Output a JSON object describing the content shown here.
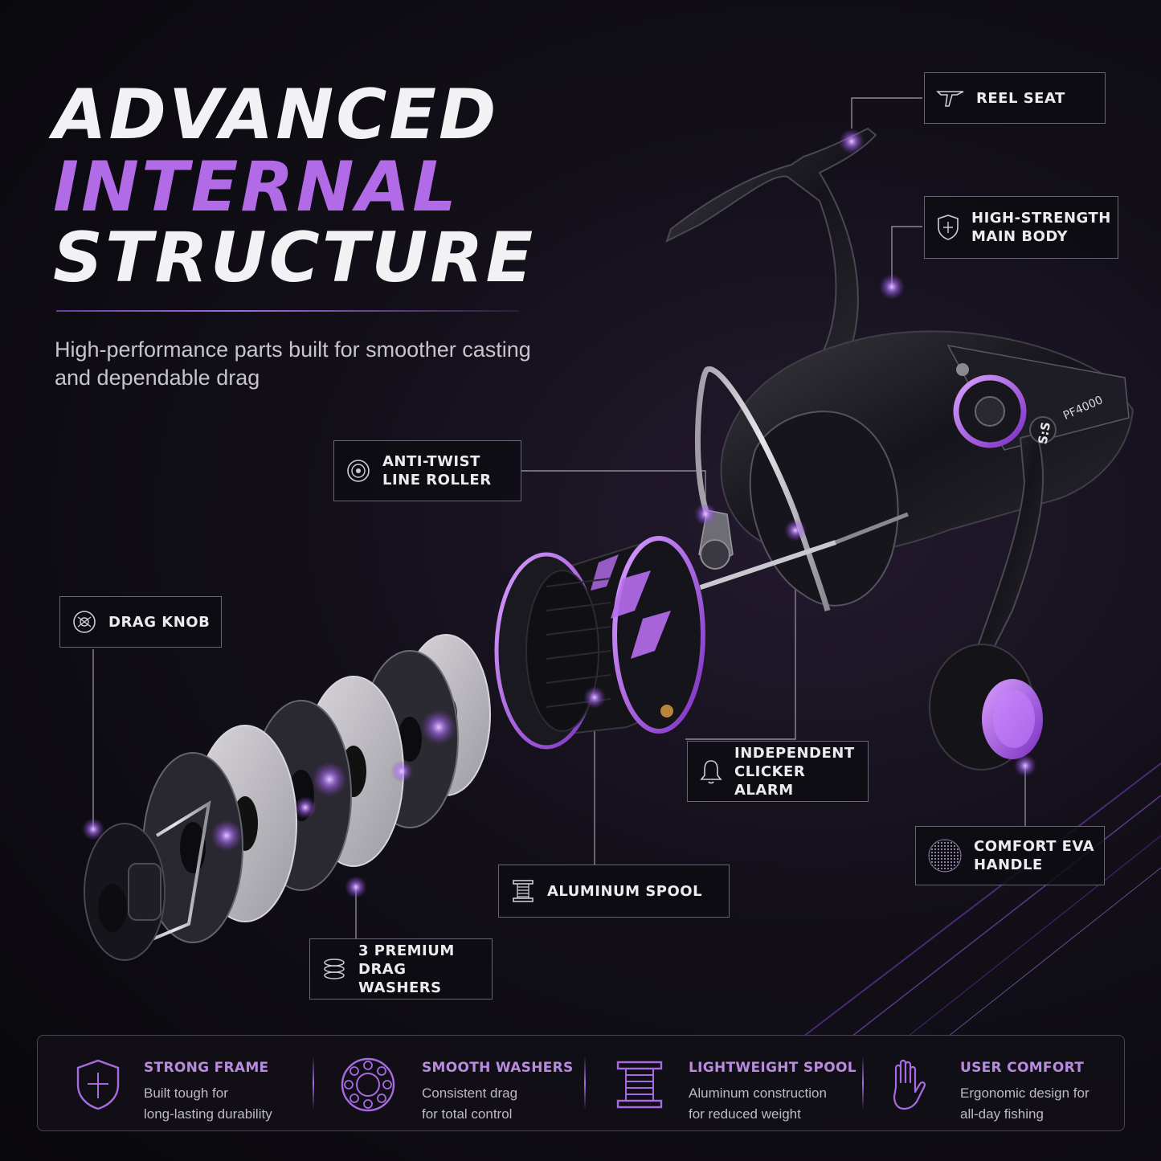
{
  "headline": {
    "line1": "ADVANCED",
    "line2": "INTERNAL",
    "line3": "STRUCTURE"
  },
  "subtitle": "High-performance parts built for smoother casting and dependable drag",
  "reel": {
    "model_text": "PF4000",
    "brand_text": "S:S"
  },
  "callouts": {
    "reel_seat": {
      "line1": "REEL SEAT",
      "icon": "reel-seat-icon"
    },
    "main_body": {
      "line1": "HIGH-STRENGTH",
      "line2": "MAIN BODY",
      "icon": "shield-icon"
    },
    "line_roller": {
      "line1": "ANTI-TWIST",
      "line2": "LINE ROLLER",
      "icon": "line-roller-icon"
    },
    "drag_knob": {
      "line1": "DRAG KNOB",
      "icon": "drag-knob-icon"
    },
    "clicker": {
      "line1": "INDEPENDENT",
      "line2": "CLICKER ALARM",
      "icon": "bell-icon"
    },
    "eva_handle": {
      "line1": "COMFORT EVA",
      "line2": "HANDLE",
      "icon": "eva-texture-icon"
    },
    "spool": {
      "line1": "ALUMINUM SPOOL",
      "icon": "spool-icon"
    },
    "washers": {
      "line1": "3 PREMIUM",
      "line2": "DRAG WASHERS",
      "icon": "washers-icon"
    }
  },
  "features": [
    {
      "title": "STRONG FRAME",
      "desc1": "Built tough for",
      "desc2": "long-lasting durability",
      "icon": "shield-icon"
    },
    {
      "title": "SMOOTH WASHERS",
      "desc1": "Consistent drag",
      "desc2": "for total control",
      "icon": "bearing-icon"
    },
    {
      "title": "LIGHTWEIGHT SPOOL",
      "desc1": "Aluminum construction",
      "desc2": "for reduced weight",
      "icon": "spool-icon"
    },
    {
      "title": "USER COMFORT",
      "desc1": "Ergonomic design for",
      "desc2": "all-day fishing",
      "icon": "hand-icon"
    }
  ],
  "colors": {
    "accent": "#a868e0",
    "accent_light": "#b88be0",
    "background": "#0b0a10",
    "text": "#ececef"
  }
}
